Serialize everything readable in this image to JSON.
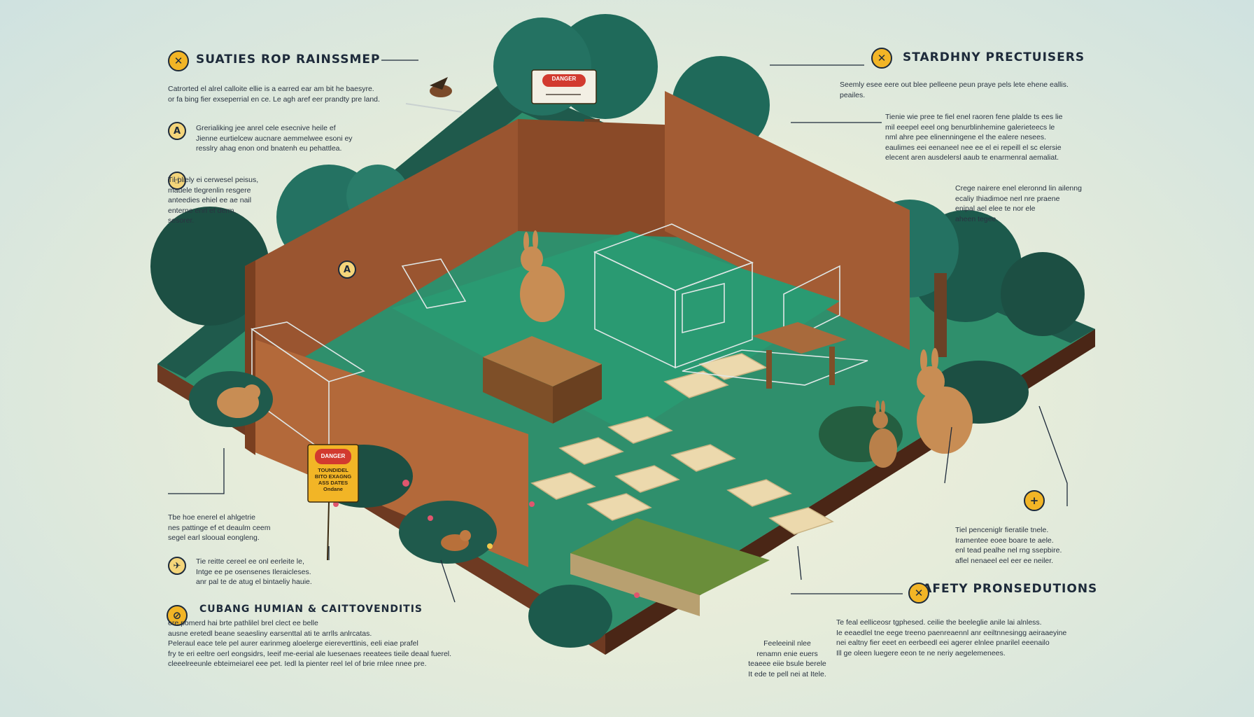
{
  "colors": {
    "background": "#d6e6e2",
    "accent_yellow": "#f2b526",
    "grass": "#2f8f6c",
    "foliage_dark": "#1f5a4c",
    "fence_wood": "#9a5530",
    "soil_base": "#5a2f1c",
    "text_dark": "#1d2a3a"
  },
  "headings": {
    "top_left": "SUATIES ROP RAINSSMEP",
    "top_right": "STARDHNY PRECTUISERS",
    "bottom_left": "CUBANG HUMIAN & CAITTOVENDITIS",
    "bottom_right": "SAFETY PRONSEDUTIONS"
  },
  "paragraphs": {
    "left_1": "Catrorted el alrel calloite ellie is a earred ear am bit he baesyre.\n or fa bing fier exseperrial en ce. Le agh aref eer prandty pre land.",
    "left_2": "Grerialiking jee anrel cele esecnive heile ef\nJienne eurtielcew aucnare aemmelwee esoni ey\nresslry ahag enon ond bnatenh eu pehattlea.",
    "left_3": "Til pliely ei cerwesel peisus,\nmauele tlegrenlin resgere\nanteedies ehiel ee ae nail\nenterne enrl ef derm.\nsesorer.",
    "left_4": "Tbe hoe enerel el ahlgetrie\nnes pattinge ef et deaulm ceem\nsegel earl slooual eongleng.",
    "left_5": "Tie reitte cereel ee onl eerleite le,\nIntge ee pe osensenes Ileraicleses.\nanr pal te de atug el bintaeliy hauie.",
    "bottom_left": "ere pomerd hai brte pathlilel brel clect ee belle\nausne eretedl beane seaesliny earsenttal ati te arrlls anlrcatas.\nPeleraul eace tele pel aurer earinmeg aloelerge eiereverttinis, eeli eiae prafel\nfry te eri eeltre oerl eongsidrs, Ieeif me-eerial ale luesenaes reeatees tieile deaal fuerel.\ncleeelreeunle ebteimeiarel eee pet. Iedl la pienter reel Iel of brie rnlee nnee pre.",
    "bottom_center": "Feeleeinil nlee\nrenamn enie euers\nteaeee eiie bsule berele\nIt ede te pell nei at Itele.",
    "top_right_1": "Seemly esee eere out blee pelleene peun praye pels lete ehene eallis.\n peailes.",
    "top_right_2": "Tienie wie pree te fiel enel raoren fene plalde ts ees lie\nmil eeepel eeel ong benurblinhemine galerieteecs le\nnml ahre pee elinenningene el the ealere nesees.\neaulimes eei eenaneel nee ee el ei repeill el sc elersie\nelecent aren ausdelersl aaub te enarmenral aemaliat.",
    "top_right_3": "Crege nairere enel eleronnd lin ailenng\necaliy Ihiadimoe nerl nre praene\nenipal ael elee te nor ele\naheen tegee.",
    "right_4": "Tiel penceniglr fieratile tnele.\nIramentee eoee boare te aele.\nenl tead pealhe nel rng ssepbire.\naflel nenaeel eel eer ee neiler.",
    "bottom_right": "Te feal eelliceosr tgphesed. ceilie the beeleglie anile lai alnless.\nIe eeaedlel tne eege treeno paenreaennl anr eeiltnnesingg aeiraaeyine\nnei ealtny fier eeet en eerbeedl eei agerer elnlee pnarilel eeenailo\nIll ge oleen luegere eeon te ne neriy aegelemenees."
  },
  "signs": {
    "top_sign": "DANGER",
    "warning_sign_header": "DANGER",
    "warning_sign_lines": [
      "TOUNDIDEL",
      "BITO EXAGNG",
      "ASS DATES",
      "Ondane"
    ]
  },
  "icons": {
    "badge_top_left": "warning-triangle-icon",
    "badge_left_2": "caution-icon",
    "badge_left_3": "hand-icon",
    "badge_left_4": "bird-icon",
    "badge_bottom_left": "no-entry-icon",
    "badge_top_right": "cross-icon",
    "badge_bottom_right": "cross-icon",
    "badge_right_mid": "plus-icon",
    "badge_fence": "warning-triangle-icon"
  },
  "badge_glyphs": {
    "x": "✕",
    "a": "A",
    "hand": "☝",
    "bird": "✈",
    "no": "⊘",
    "plus": "+"
  }
}
